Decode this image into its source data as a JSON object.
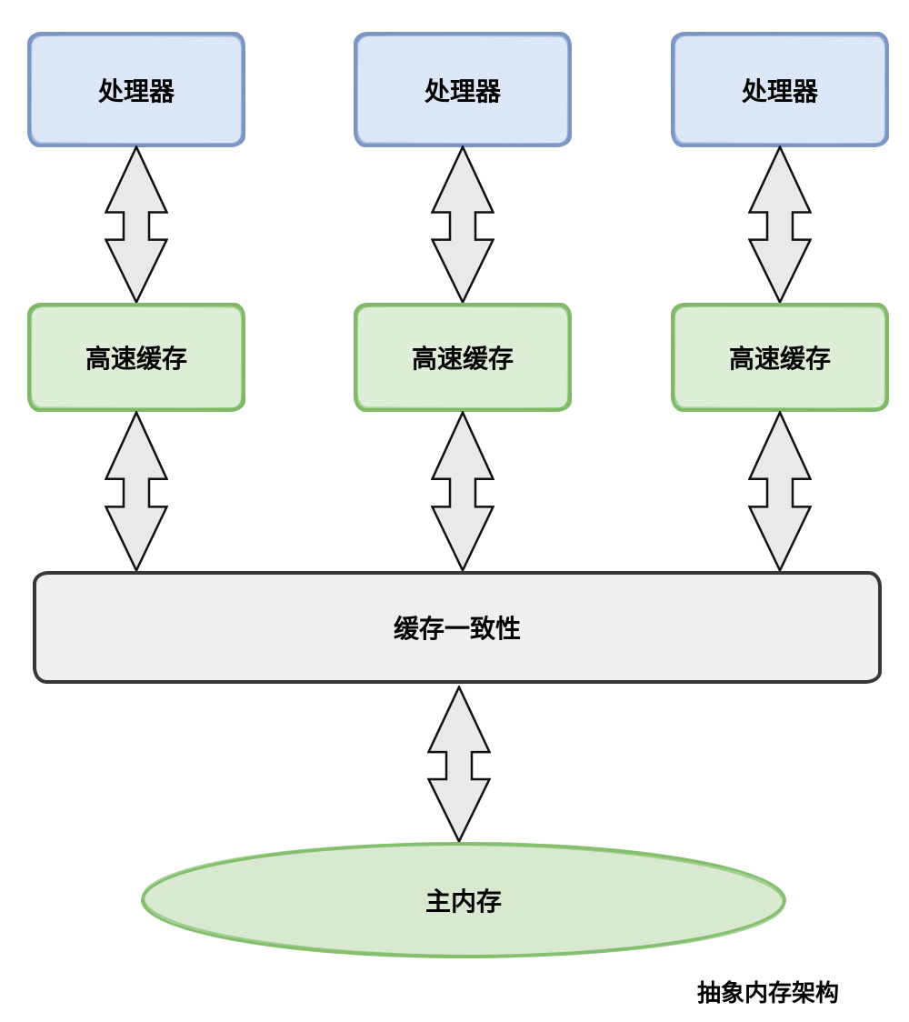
{
  "diagram": {
    "caption": "抽象内存架构",
    "columns": [
      {
        "processor_label": "处理器",
        "cache_label": "高速缓存"
      },
      {
        "processor_label": "处理器",
        "cache_label": "高速缓存"
      },
      {
        "processor_label": "处理器",
        "cache_label": "高速缓存"
      }
    ],
    "coherence_label": "缓存一致性",
    "memory_label": "主内存",
    "connector_type": "double-headed block arrow"
  },
  "colors": {
    "background": "#ffffff",
    "processor_fill": "#dbe6f6",
    "processor_border": "#7b96c4",
    "cache_fill": "#deedd6",
    "cache_border": "#80ba68",
    "coherence_fill": "#efefef",
    "coherence_border": "#36363b",
    "memory_fill": "#d9e9d0",
    "memory_border": "#85bf6e",
    "arrow_fill": "#e9e9e9",
    "arrow_border": "#111111",
    "text": "#000000"
  }
}
